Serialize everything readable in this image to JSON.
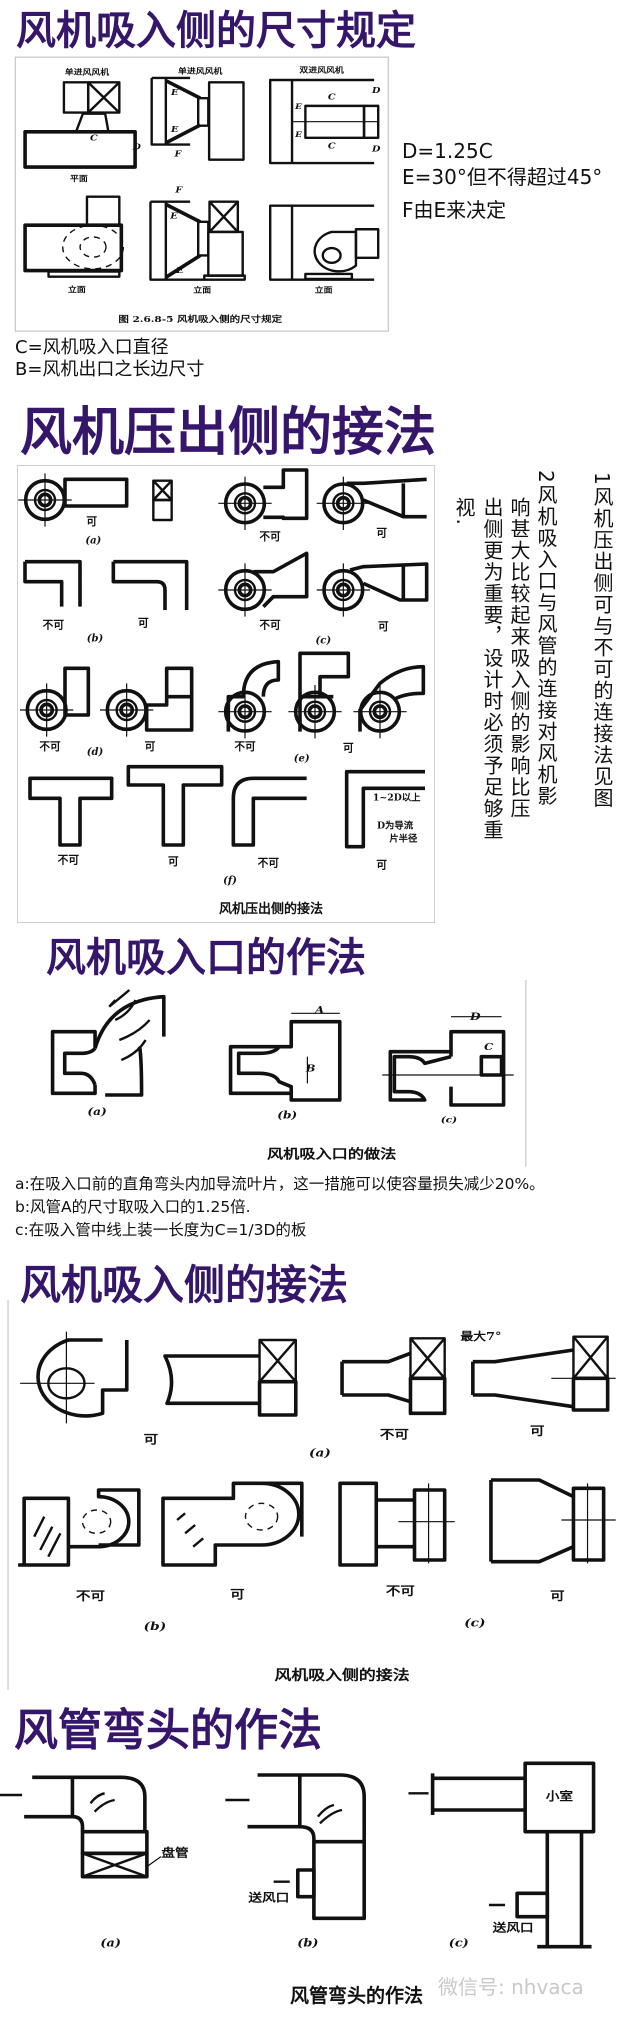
{
  "section1": {
    "title": "风机吸入侧的尺寸规定",
    "figure": {
      "label_single_1": "单进风风机",
      "label_single_2": "单进风风机",
      "label_double": "双进风风机",
      "view_plan": "平面",
      "view_elev_1": "立面",
      "view_elev_2": "立面",
      "view_elev_3": "立面",
      "dim_C": "C",
      "dim_D": "D",
      "dim_E": "E",
      "dim_F": "F",
      "caption": "图 2.6.8-5  风机吸入侧的尺寸规定"
    },
    "rules": [
      "D=1.25C",
      "E=30°但不得超过45°",
      "F由E来决定"
    ],
    "legend": [
      "C=风机吸入口直径",
      "B=风机出口之长边尺寸"
    ]
  },
  "section2": {
    "title": "风机压出侧的接法",
    "figure": {
      "ok": "可",
      "not_ok": "不可",
      "sub_a": "(a)",
      "sub_b": "(b)",
      "sub_c": "(c)",
      "sub_d": "(d)",
      "sub_e": "(e)",
      "sub_f": "(f)",
      "note_1": "1~2D以上",
      "note_2": "D为导流",
      "note_3": "片半径",
      "caption": "风机压出侧的接法"
    },
    "vertical_text": [
      "1风机压出侧可与不可的连接法见图",
      "2风机吸入口与风管的连接对风机影",
      "响甚大比较起来吸入侧的影响比压",
      "出侧更为重要，设计时必须予足够重",
      "视."
    ]
  },
  "section3": {
    "title": "风机吸入口的作法",
    "figure": {
      "sub_a": "(a)",
      "sub_b": "(b)",
      "sub_c": "(c)",
      "dim_A": "A",
      "dim_B": "B",
      "dim_C": "C",
      "dim_D": "D",
      "caption": "风机吸入口的做法"
    },
    "notes": [
      "a:在吸入口前的直角弯头内加导流叶片，这一措施可以使容量损失减少20%。",
      "b:风管A的尺寸取吸入口的1.25倍.",
      "c:在吸入管中线上装一长度为C=1/3D的板"
    ]
  },
  "section4": {
    "title": "风机吸入侧的接法",
    "figure": {
      "ok": "可",
      "not_ok": "不可",
      "max_angle": "最大7°",
      "sub_a": "(a)",
      "sub_b": "(b)",
      "sub_c": "(c)",
      "caption": "风机吸入侧的接法"
    }
  },
  "section5": {
    "title": "风管弯头的作法",
    "figure": {
      "coil": "盘管",
      "outlet": "送风口",
      "chamber": "小室",
      "sub_a": "(a)",
      "sub_b": "(b)",
      "sub_c": "(c)",
      "caption": "风管弯头的作法"
    },
    "watermark": "微信号: nhvaca"
  },
  "colors": {
    "title": "#35166a",
    "watermark": "#c9c9c9"
  }
}
